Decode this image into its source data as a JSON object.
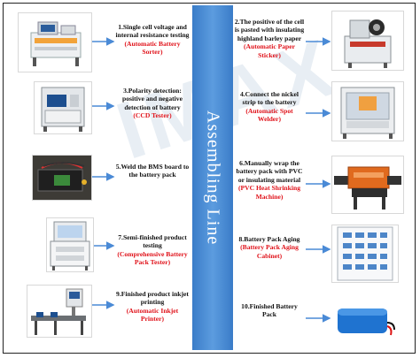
{
  "center_title": "Assembling Line",
  "watermark": "IMAX",
  "steps": [
    {
      "label": "1.Single cell voltage and internal resistance testing",
      "sub": "(Automatic Battery Sorter)",
      "image": "battery-sorter-machine"
    },
    {
      "label": "2.The positive of the cell is pasted with insulating highland barley paper",
      "sub": "(Automatic Paper Sticker)",
      "image": "paper-sticker-machine"
    },
    {
      "label": "3.Polarity detection: positive and negative detection of battery",
      "sub": "(CCD Tester)",
      "image": "ccd-tester"
    },
    {
      "label": "4.Connect the nickel strip to the battery",
      "sub": "(Automatic Spot Welder)",
      "image": "spot-welder-machine"
    },
    {
      "label": "5.Weld the BMS board to the battery pack",
      "sub": "",
      "image": "bms-battery-pack"
    },
    {
      "label": "6.Manually wrap the battery pack with PVC or insulating material",
      "sub": "(PVC Heat Shrinking Machine)",
      "image": "heat-shrink-machine"
    },
    {
      "label": "7.Semi-finished product testing",
      "sub": "(Comprehensive Battery Pack Tester)",
      "image": "pack-tester"
    },
    {
      "label": "8.Battery Pack Aging",
      "sub": "(Battery Pack Aging Cabinet)",
      "image": "aging-cabinet"
    },
    {
      "label": "9.Finished product inkjet printing",
      "sub": "(Automatic Inkjet Printer)",
      "image": "inkjet-printer"
    },
    {
      "label": "10.Finished Battery Pack",
      "sub": "",
      "image": "finished-battery-pack"
    }
  ],
  "colors": {
    "bar": "#4a8ad6",
    "arrow": "#4a8ad6",
    "sub": "#e0121a"
  }
}
